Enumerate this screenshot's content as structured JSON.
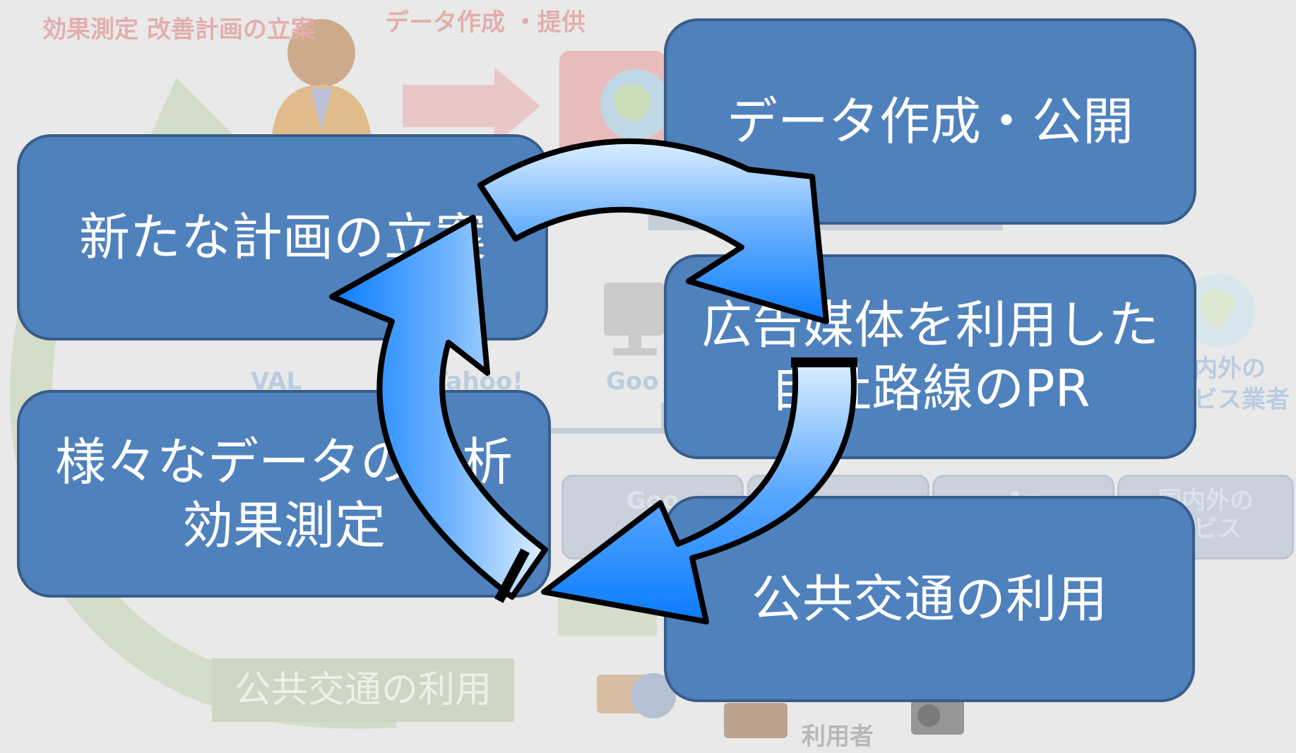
{
  "background": {
    "top_left_label": "効果測定\n改善計画の立案",
    "top_arrow_label": "データ作成\n・提供",
    "logos": [
      "VAL",
      "Yahoo!",
      "Goo"
    ],
    "right_label": "内外の\nビス業者",
    "service_boxes": [
      "Goo\nl",
      "",
      "Ap",
      "国内外の\nービス"
    ],
    "bottom_label": "公共交通の利用",
    "user_label": "利用者"
  },
  "cards": {
    "plan": "新たな計画の立案",
    "analysis": "様々なデータの分析\n効果測定",
    "data": "データ作成・公開",
    "pr": "広告媒体を利用した\n自社路線のPR",
    "transit": "公共交通の利用"
  },
  "colors": {
    "card_fill": "#4f81bd",
    "card_border": "#385d8a",
    "arrow_light": "#ddeeff",
    "arrow_dark": "#0a7cff"
  },
  "icons": [
    "globe-icon",
    "person-icon",
    "monitor-icon",
    "toolbox-icon",
    "bag-icon",
    "camera-icon",
    "cycle-arrows-icon"
  ]
}
